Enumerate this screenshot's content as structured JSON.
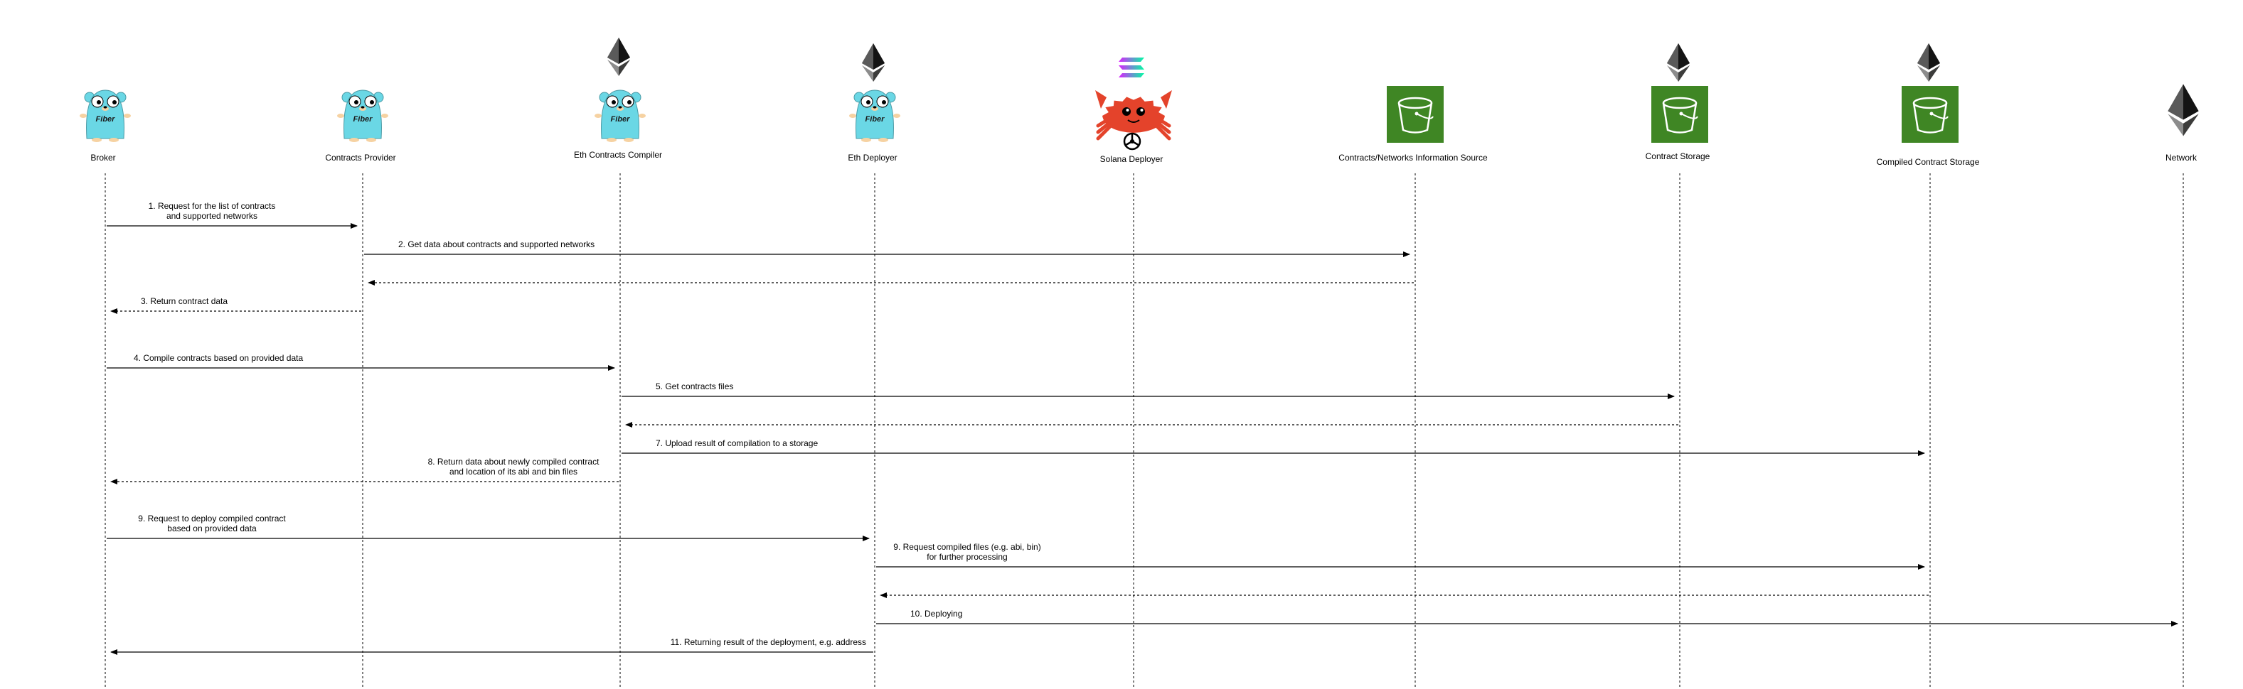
{
  "actors": [
    {
      "id": "broker",
      "label": "Broker",
      "icon": "fiber-gopher-icon",
      "badge": ""
    },
    {
      "id": "contracts-provider",
      "label": "Contracts Provider",
      "icon": "fiber-gopher-icon",
      "badge": ""
    },
    {
      "id": "eth-compiler",
      "label": "Eth Contracts Compiler",
      "icon": "fiber-gopher-icon",
      "badge": "ethereum-icon"
    },
    {
      "id": "eth-deployer",
      "label": "Eth Deployer",
      "icon": "fiber-gopher-icon",
      "badge": "ethereum-icon"
    },
    {
      "id": "solana-deployer",
      "label": "Solana Deployer",
      "icon": "rust-crab-icon",
      "badge": "solana-icon"
    },
    {
      "id": "info-source",
      "label": "Contracts/Networks Information Source",
      "icon": "s3-bucket-icon",
      "badge": ""
    },
    {
      "id": "contract-storage",
      "label": "Contract Storage",
      "icon": "s3-bucket-icon",
      "badge": "ethereum-icon"
    },
    {
      "id": "compiled-storage",
      "label": "Compiled Contract Storage",
      "icon": "s3-bucket-icon",
      "badge": "ethereum-icon"
    },
    {
      "id": "network",
      "label": "Network",
      "icon": "ethereum-icon",
      "badge": ""
    }
  ],
  "icon_text": {
    "fiber": "Fiber"
  },
  "messages": [
    {
      "from": 0,
      "to": 1,
      "dashed": false,
      "lines": [
        "1. Request for the list of contracts",
        "and supported networks"
      ]
    },
    {
      "from": 1,
      "to": 5,
      "dashed": false,
      "lines": [
        "2. Get data about contracts and supported networks"
      ]
    },
    {
      "from": 5,
      "to": 1,
      "dashed": true,
      "lines": []
    },
    {
      "from": 1,
      "to": 0,
      "dashed": true,
      "lines": [
        "3.  Return contract data"
      ]
    },
    {
      "from": 0,
      "to": 2,
      "dashed": false,
      "lines": [
        "4. Compile contracts based on provided data"
      ]
    },
    {
      "from": 2,
      "to": 6,
      "dashed": false,
      "lines": [
        "5. Get contracts files"
      ]
    },
    {
      "from": 6,
      "to": 2,
      "dashed": true,
      "lines": []
    },
    {
      "from": 2,
      "to": 7,
      "dashed": false,
      "lines": [
        "7. Upload result of compilation to a storage"
      ]
    },
    {
      "from": 2,
      "to": 0,
      "dashed": true,
      "lines": [
        "8. Return data about newly compiled contract",
        "and location of its abi and bin files"
      ]
    },
    {
      "from": 0,
      "to": 3,
      "dashed": false,
      "lines": [
        "9. Request to deploy compiled contract",
        "based on provided data"
      ]
    },
    {
      "from": 3,
      "to": 7,
      "dashed": false,
      "lines": [
        "9. Request compiled files (e.g. abi, bin)",
        "for further processing"
      ]
    },
    {
      "from": 7,
      "to": 3,
      "dashed": true,
      "lines": []
    },
    {
      "from": 3,
      "to": 8,
      "dashed": false,
      "lines": [
        "10. Deploying"
      ]
    },
    {
      "from": 3,
      "to": 0,
      "dashed": false,
      "lines": [
        "11. Returning result of the deployment, e.g. address"
      ]
    }
  ],
  "colors": {
    "gopher": "#6ad7e5",
    "s3": "#3f8624",
    "eth": "#343434",
    "crab": "#e4432b",
    "sol_a": "#00ffa3",
    "sol_b": "#dc1fff",
    "line": "#000000"
  }
}
